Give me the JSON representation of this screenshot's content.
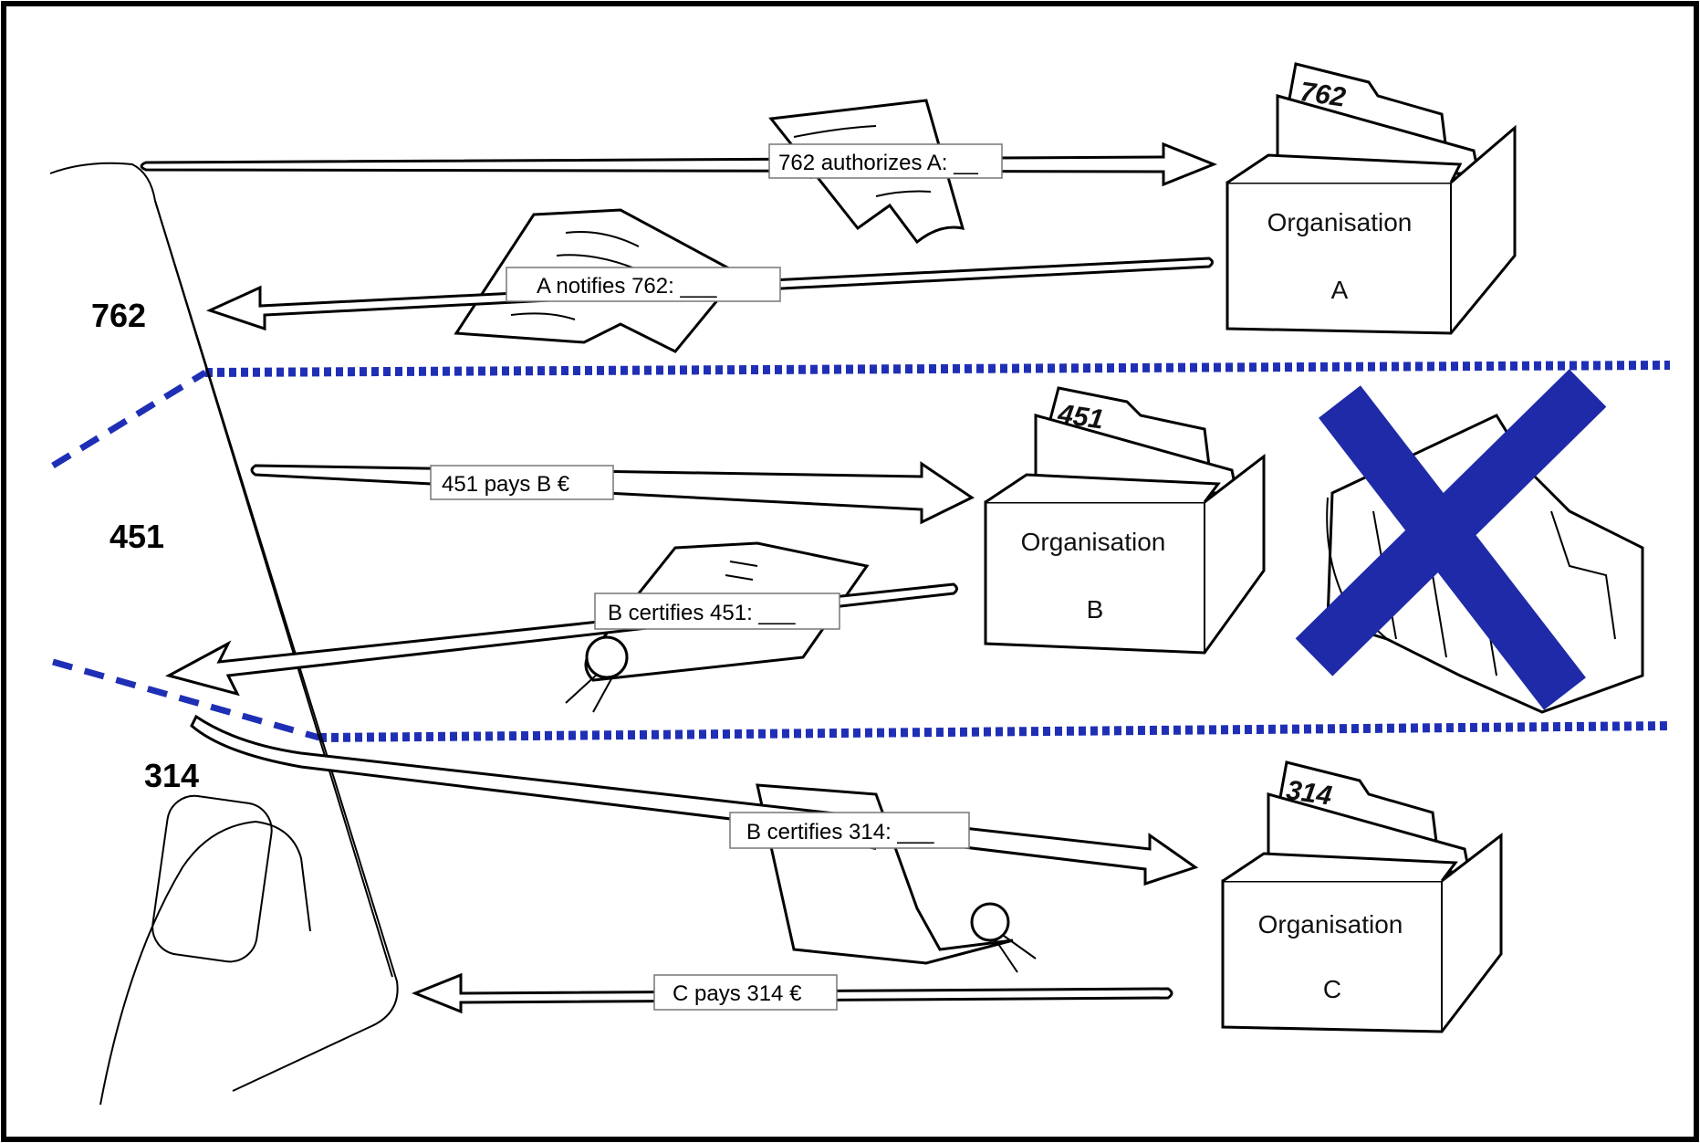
{
  "colors": {
    "dotted_line": "#1f2fb5",
    "cross": "#1e2aa8",
    "frame": "#000000"
  },
  "accounts": {
    "a762": "762",
    "a451": "451",
    "a314": "314"
  },
  "organisations": {
    "a": {
      "name": "Organisation",
      "letter": "A",
      "tab": "762"
    },
    "b": {
      "name": "Organisation",
      "letter": "B",
      "tab": "451"
    },
    "c": {
      "name": "Organisation",
      "letter": "C",
      "tab": "314"
    }
  },
  "messages": {
    "m1": "762 authorizes A: __",
    "m2": "A notifies 762: ___",
    "m3": "451 pays B €",
    "m4": "B certifies 451: ___",
    "m5": "B certifies 314: ___",
    "m6": "C pays 314 €"
  },
  "icons": {
    "removed_organisation": "crossed-out-file-box-icon",
    "document": "document-icon",
    "certificate": "certificate-icon"
  }
}
